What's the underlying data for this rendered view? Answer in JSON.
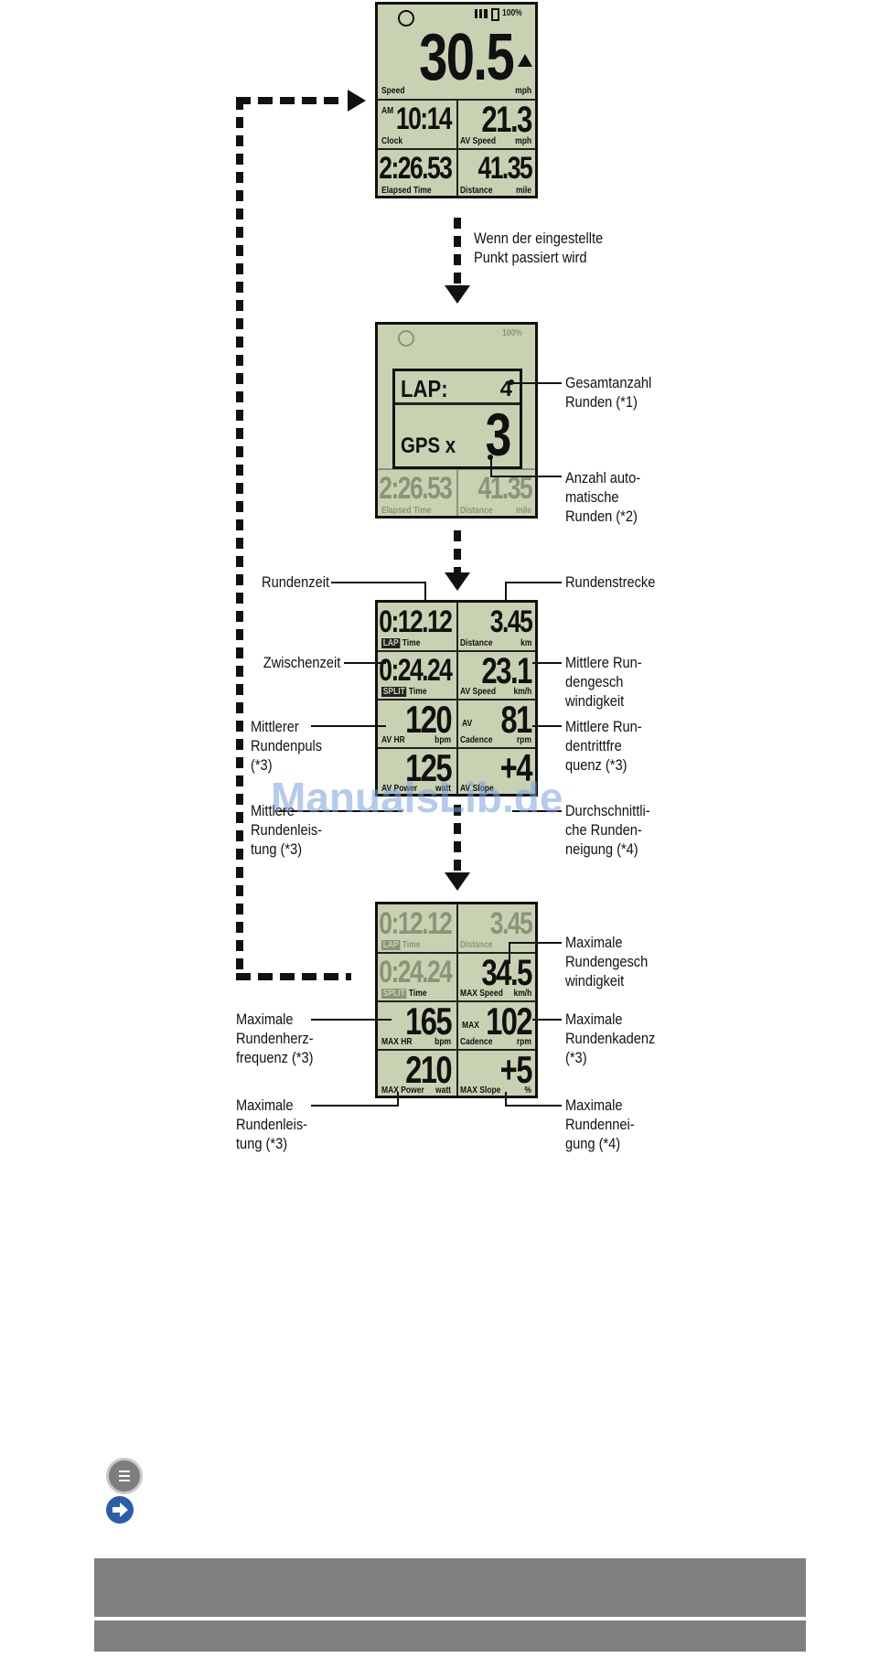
{
  "screens": {
    "s1": {
      "speed": "30.5",
      "speed_label": "Speed",
      "speed_unit": "mph",
      "battery": "100%",
      "clock": "10:14",
      "clock_am": "AM",
      "clock_label": "Clock",
      "av_speed": "21.3",
      "av_speed_label": "AV Speed",
      "av_speed_unit": "mph",
      "elapsed": "2:26.53",
      "elapsed_label": "Elapsed Time",
      "distance": "41.35",
      "distance_label": "Distance",
      "distance_unit": "mile"
    },
    "s2": {
      "battery": "100%",
      "lap_label": "LAP:",
      "lap_count": "4",
      "gps_label": "GPS x",
      "gps_count": "3",
      "elapsed": "2:26.53",
      "elapsed_label": "Elapsed Time",
      "distance": "41.35",
      "distance_label": "Distance",
      "distance_unit": "mile"
    },
    "s3": {
      "lap_time": "0:12.12",
      "lap_tag": "LAP",
      "lap_time_label": "Time",
      "lap_dist": "3.45",
      "lap_dist_label": "Distance",
      "lap_dist_unit": "km",
      "split_time": "0:24.24",
      "split_tag": "SPLIT",
      "split_label": "Time",
      "av_speed": "23.1",
      "av_speed_label": "AV Speed",
      "av_speed_unit": "km/h",
      "av_hr": "120",
      "av_hr_label": "AV HR",
      "av_hr_unit": "bpm",
      "av_cad": "81",
      "av_cad_prefix": "AV",
      "av_cad_label": "Cadence",
      "av_cad_unit": "rpm",
      "av_power": "125",
      "av_power_label": "AV Power",
      "av_power_unit": "watt",
      "av_slope": "+4",
      "av_slope_label": "AV Slope"
    },
    "s4": {
      "lap_time": "0:12.12",
      "lap_tag": "LAP",
      "lap_time_label": "Time",
      "lap_dist": "3.45",
      "lap_dist_label": "Distance",
      "split_time": "0:24.24",
      "split_tag": "SPLIT",
      "split_label": "Time",
      "max_speed": "34.5",
      "max_speed_label": "MAX Speed",
      "max_speed_unit": "km/h",
      "max_hr": "165",
      "max_hr_label": "MAX HR",
      "max_hr_unit": "bpm",
      "max_cad": "102",
      "max_cad_prefix": "MAX",
      "max_cad_label": "Cadence",
      "max_cad_unit": "rpm",
      "max_power": "210",
      "max_power_label": "MAX Power",
      "max_power_unit": "watt",
      "max_slope": "+5",
      "max_slope_label": "MAX Slope",
      "max_slope_unit": "%"
    }
  },
  "annotations": {
    "transition": "Wenn der eingestellte\nPunkt passiert wird",
    "total_laps": "Gesamtanzahl\nRunden (*1)",
    "auto_laps": "Anzahl auto-\nmatische\nRunden (*2)",
    "lap_time": "Rundenzeit",
    "lap_distance": "Rundenstrecke",
    "split_time": "Zwischenzeit",
    "avg_lap_speed": "Mittlere Run-\ndengesch\nwindigkeit",
    "avg_lap_hr": "Mittlerer\nRundenpuls\n(*3)",
    "avg_lap_cadence": "Mittlere Run-\ndentrittfre\nquenz (*3)",
    "avg_lap_power": "Mittlere\nRundenleis-\ntung (*3)",
    "avg_lap_slope": "Durchschnittli-\nche Runden-\nneigung (*4)",
    "max_lap_speed": "Maximale\nRundengesch\nwindigkeit",
    "max_lap_hr": "Maximale\nRundenherz-\nfrequenz (*3)",
    "max_lap_cadence": "Maximale\nRundenkadenz\n(*3)",
    "max_lap_power": "Maximale\nRundenleis-\ntung (*3)",
    "max_lap_slope": "Maximale\nRundennei-\ngung (*4)"
  },
  "watermark": "ManualsLib.de",
  "icons": {
    "menu": "menu-icon",
    "next": "arrow-right-circle-icon"
  }
}
